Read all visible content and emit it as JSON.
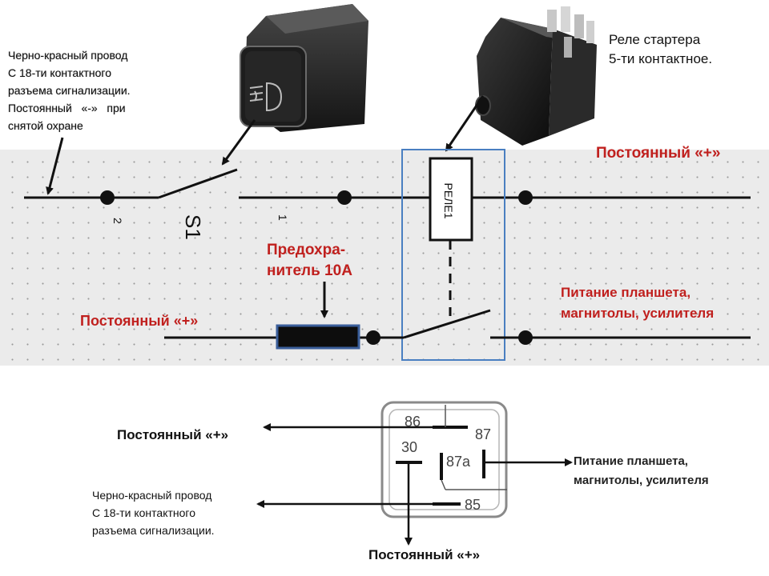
{
  "top_schematic": {
    "wire_note": {
      "line1": "Черно-красный провод",
      "line2": "С 18-ти контактного",
      "line3": "разъема сигнализации.",
      "line4": "Постоянный   «-»   при",
      "line5": "снятой охране"
    },
    "relay_photo_caption": {
      "line1": "Реле стартера",
      "line2": "5-ти контактное."
    },
    "const_plus_top": "Постоянный «+»",
    "const_plus_left": "Постоянный «+»",
    "switch_label": "S1",
    "pin2": "2",
    "pin1": "1",
    "relay_label": "РЕЛЕ1",
    "fuse_label": {
      "line1": "Предохра-",
      "line2": "нитель 10А"
    },
    "power_note": {
      "line1": "Питание планшета,",
      "line2": "магнитолы, усилителя"
    },
    "colors": {
      "accent_red": "#c0201e",
      "relay_box": "#4a7fc1",
      "grid_bg": "#ebebeb"
    },
    "icons": [
      "fog-light-icon"
    ]
  },
  "bottom_pinout": {
    "pins": {
      "p86": "86",
      "p87": "87",
      "p30": "30",
      "p87a": "87а",
      "p85": "85"
    },
    "const_plus_left": "Постоянный «+»",
    "const_plus_bottom": "Постоянный «+»",
    "wire_note": {
      "line1": "Черно-красный провод",
      "line2": "С 18-ти контактного",
      "line3": "разъема сигнализации."
    },
    "power_note": {
      "line1": "Питание планшета,",
      "line2": "магнитолы, усилителя"
    }
  }
}
